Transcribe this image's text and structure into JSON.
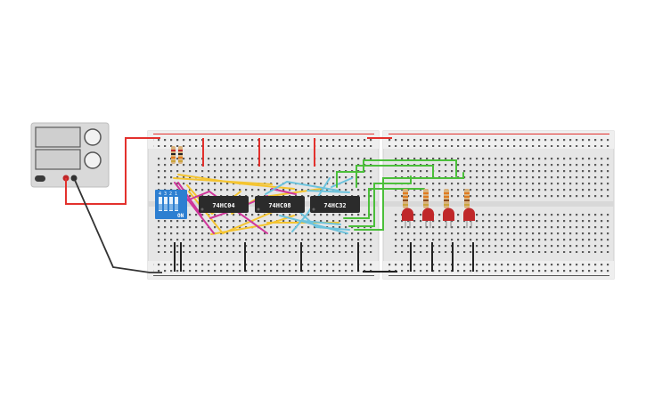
{
  "chips": [
    {
      "label": "74HC04"
    },
    {
      "label": "74HC08"
    },
    {
      "label": "74HC32"
    }
  ],
  "dip_switch": {
    "on_label": "ON",
    "numbers": [
      "4",
      "3",
      "2",
      "1"
    ]
  },
  "power_supply": {
    "led_count": 2
  },
  "leds": {
    "count": 4,
    "color": "#c0282a"
  },
  "colors": {
    "power_rail": "#e3312d",
    "ground": "#222222",
    "wire_yellow": "#f4c430",
    "wire_magenta": "#d0359b",
    "wire_cyan": "#6cc3dd",
    "wire_green": "#4bbf3a",
    "chip_body": "#2b2b2b",
    "dip_body": "#2d7fd1",
    "board": "#e6e6e6"
  }
}
